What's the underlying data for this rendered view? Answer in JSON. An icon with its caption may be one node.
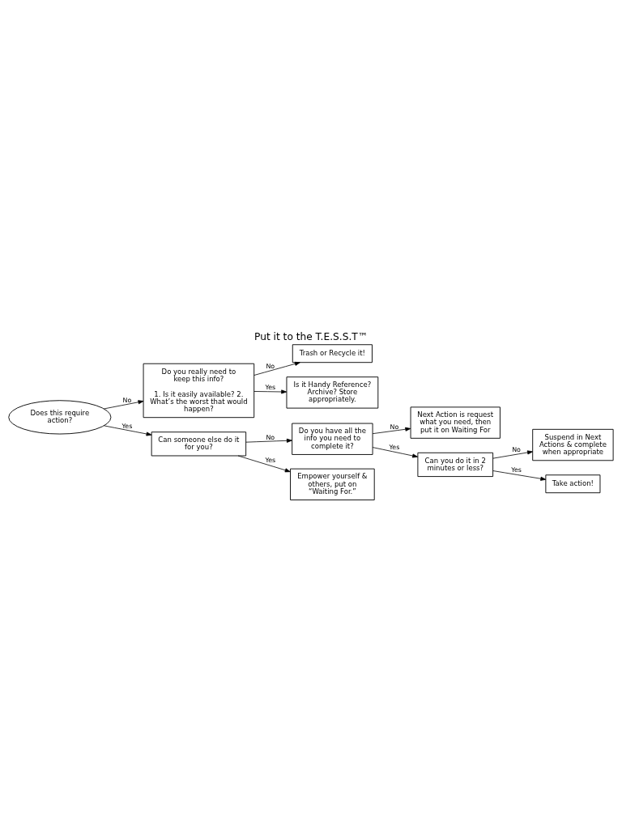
{
  "diagram": {
    "title": "Put it to the T.E.S.S.T™",
    "nodes": [
      {
        "text": [
          "Does this require action?"
        ]
      },
      {
        "text": [
          "Do you really need to keep this info?",
          "1. Is it easily available? 2. What’s the worst that would happen?"
        ]
      },
      {
        "text": [
          "Trash or Recycle it!"
        ]
      },
      {
        "text": [
          "Is it Handy Reference? Archive? Store appropriately."
        ]
      },
      {
        "text": [
          "Can someone else do it for you?"
        ]
      },
      {
        "text": [
          "Do you have all the info you need to complete it?"
        ]
      },
      {
        "text": [
          "Next Action is request what you need, then put it on Waiting For"
        ]
      },
      {
        "text": [
          "Empower yourself & others, put on “Waiting For.”"
        ]
      },
      {
        "text": [
          "Can you do it in 2 minutes or less?"
        ]
      },
      {
        "text": [
          "Suspend in Next Actions & complete when appropriate"
        ]
      },
      {
        "text": [
          "Take action!"
        ]
      }
    ],
    "edges": [
      {
        "from": 0,
        "to": 1,
        "arrow": "to",
        "label": "No"
      },
      {
        "from": 1,
        "to": 2,
        "arrow": "to",
        "label": "No"
      },
      {
        "from": 1,
        "to": 3,
        "arrow": "to",
        "label": "Yes"
      },
      {
        "from": 0,
        "to": 4,
        "arrow": "to",
        "label": "Yes"
      },
      {
        "from": 4,
        "to": 5,
        "arrow": "to",
        "label": "No"
      },
      {
        "from": 4,
        "to": 7,
        "arrow": "to",
        "label": "Yes"
      },
      {
        "from": 5,
        "to": 6,
        "arrow": "to",
        "label": "No"
      },
      {
        "from": 5,
        "to": 8,
        "arrow": "to",
        "label": "Yes"
      },
      {
        "from": 8,
        "to": 9,
        "arrow": "to",
        "label": "No"
      },
      {
        "from": 8,
        "to": 10,
        "arrow": "to",
        "label": "Yes"
      }
    ]
  }
}
